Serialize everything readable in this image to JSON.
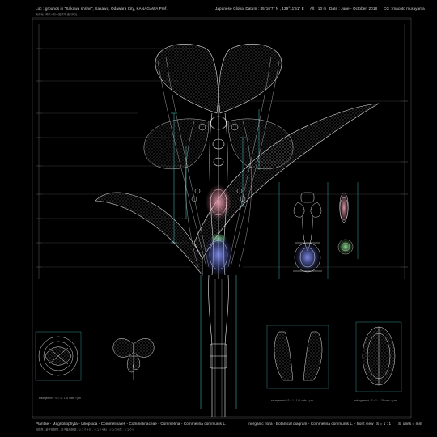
{
  "header": {
    "location": "Loc : grounds in \"Sakawa shrine\", Sakawa, Odawara City, KANAGAWA Pref.",
    "location_sub": "所在地 : 神奈川県小田原市 酒匂神社",
    "datum": "Japanese Global Datum : 35°16'7\" N , 139°11'51\" E",
    "altitude": "Alt : 10 m",
    "date": "Date : June - October, 2018",
    "credit": "CG : macoto murayama"
  },
  "scale_labels": {
    "embryo": "enlargement : S = 1 : 1    SI units = μm",
    "flower_small": "",
    "petal": "enlargement : S = 1 : 1    SI units = μm",
    "seed": "enlargement : S = 1 : 1    SI units = μm"
  },
  "footer": {
    "taxonomy": "Plantae - Magnoliophyta - Liliopsida - Commelinales - Commelinaceae - Commelina - Commelina communis L.",
    "taxonomy_sub": "植物界 - 被子植物門 - 単子葉植物綱 - ツユクサ目 - ツユクサ科 - ツユクサ属 - ツユクサ",
    "title": "Inorganic flora - Botanical diagram - Commelina communis L. - front view",
    "scale": "S = 1 : 1",
    "units": "SI units = mm"
  },
  "colors": {
    "background": "#000000",
    "wire": "#e6e6e6",
    "cyan": "#4fd0d0",
    "pink": "#e88aa0",
    "blue": "#6a78e0",
    "green": "#7fe07f"
  }
}
